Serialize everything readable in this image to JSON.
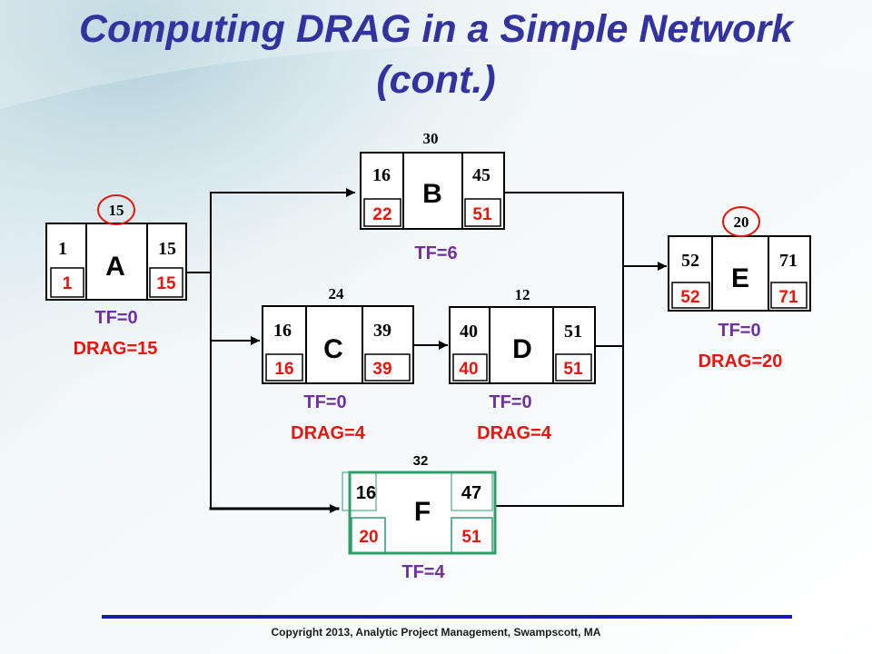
{
  "title_line1": "Computing DRAG in a Simple Network",
  "title_line2": "(cont.)",
  "copyright": "Copyright 2013, Analytic Project Management, Swampscott, MA",
  "colors": {
    "title": "#3333a0",
    "late": "#e8140e",
    "tf": "#7030a0",
    "drag": "#e8140e",
    "f_box": "#2e9e6a",
    "footer_rule": "#1a1ab4"
  },
  "activities": {
    "A": {
      "name": "A",
      "duration": "15",
      "es": "1",
      "ef": "15",
      "ls": "1",
      "lf": "15",
      "tf": "TF=0",
      "drag": "DRAG=15"
    },
    "B": {
      "name": "B",
      "duration": "30",
      "es": "16",
      "ef": "45",
      "ls": "22",
      "lf": "51",
      "tf": "TF=6"
    },
    "C": {
      "name": "C",
      "duration": "24",
      "es": "16",
      "ef": "39",
      "ls": "16",
      "lf": "39",
      "tf": "TF=0",
      "drag": "DRAG=4"
    },
    "D": {
      "name": "D",
      "duration": "12",
      "es": "40",
      "ef": "51",
      "ls": "40",
      "lf": "51",
      "tf": "TF=0",
      "drag": "DRAG=4"
    },
    "E": {
      "name": "E",
      "duration": "20",
      "es": "52",
      "ef": "71",
      "ls": "52",
      "lf": "71",
      "tf": "TF=0",
      "drag": "DRAG=20"
    },
    "F": {
      "name": "F",
      "duration": "32",
      "es": "16",
      "ef": "47",
      "ls": "20",
      "lf": "51",
      "tf": "TF=4"
    }
  }
}
